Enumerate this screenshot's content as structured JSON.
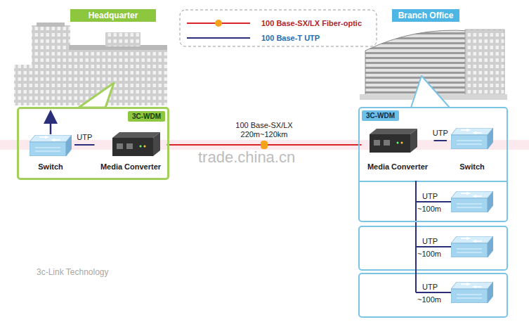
{
  "diagram": {
    "nodes": [
      {
        "text": [
          "Headquarter"
        ]
      },
      {
        "text": [
          "3C-WDM"
        ]
      },
      {
        "text": [
          "Switch"
        ],
        "in": 1
      },
      {
        "text": [
          "Media Converter"
        ],
        "in": 1
      },
      {
        "text": [
          "Branch Office"
        ]
      },
      {
        "text": [
          "3C-WDM"
        ]
      },
      {
        "text": [
          "Media Converter"
        ],
        "in": 5
      },
      {
        "text": [
          "Switch"
        ],
        "in": 5
      }
    ],
    "edges": [
      {
        "from": 2,
        "to": 3,
        "label": "UTP",
        "arrow": "none"
      },
      {
        "from": 3,
        "to": 6,
        "label": "100 Base-SX/LX 220m~120km",
        "arrow": "none"
      },
      {
        "from": 6,
        "to": 7,
        "label": "UTP",
        "arrow": "none"
      }
    ],
    "labels": [
      "UTP",
      "~100m",
      "UTP",
      "~100m",
      "UTP",
      "~100m",
      "3c-Link Technology",
      "trade.china.cn"
    ],
    "legend": [
      {
        "text": "100 Base-SX/LX Fiber-optic"
      },
      {
        "text": "100 Base-T UTP"
      }
    ]
  }
}
